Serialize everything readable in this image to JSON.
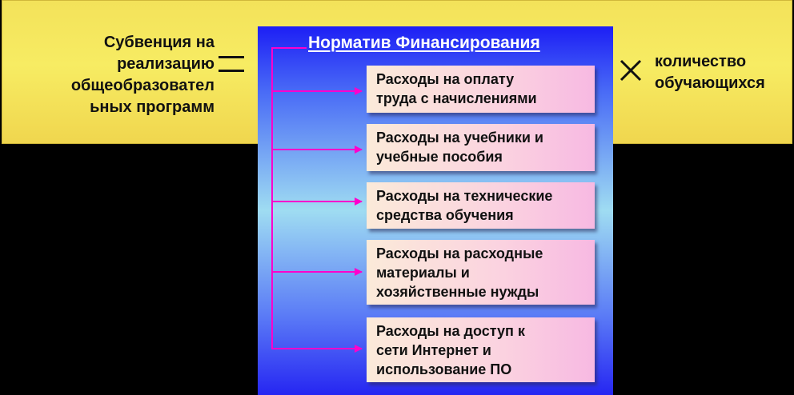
{
  "left_label": {
    "lines": [
      "Субвенция на",
      "реализацию",
      "общеобразовател",
      "ьных программ"
    ]
  },
  "equals_icon": "equals-sign",
  "times_icon": "multiplication-sign",
  "right_label": {
    "lines": [
      "количество",
      "обучающихся"
    ]
  },
  "panel": {
    "title": "Норматив Финансирования",
    "items": [
      {
        "lines": [
          "Расходы на оплату",
          "труда с начислениями"
        ]
      },
      {
        "lines": [
          "Расходы на учебники и",
          "учебные пособия"
        ]
      },
      {
        "lines": [
          "Расходы на технические",
          "средства обучения"
        ]
      },
      {
        "lines": [
          "Расходы на расходные",
          "материалы и",
          "хозяйственные нужды"
        ]
      },
      {
        "lines": [
          "Расходы на доступ к",
          "сети Интернет и",
          "использование ПО"
        ]
      }
    ]
  },
  "colors": {
    "band": "#f3e25a",
    "panel_top": "#1d1ff5",
    "panel_middle": "#9fdcf2",
    "connector": "#ff00cc",
    "box": "#fbd2e0"
  }
}
